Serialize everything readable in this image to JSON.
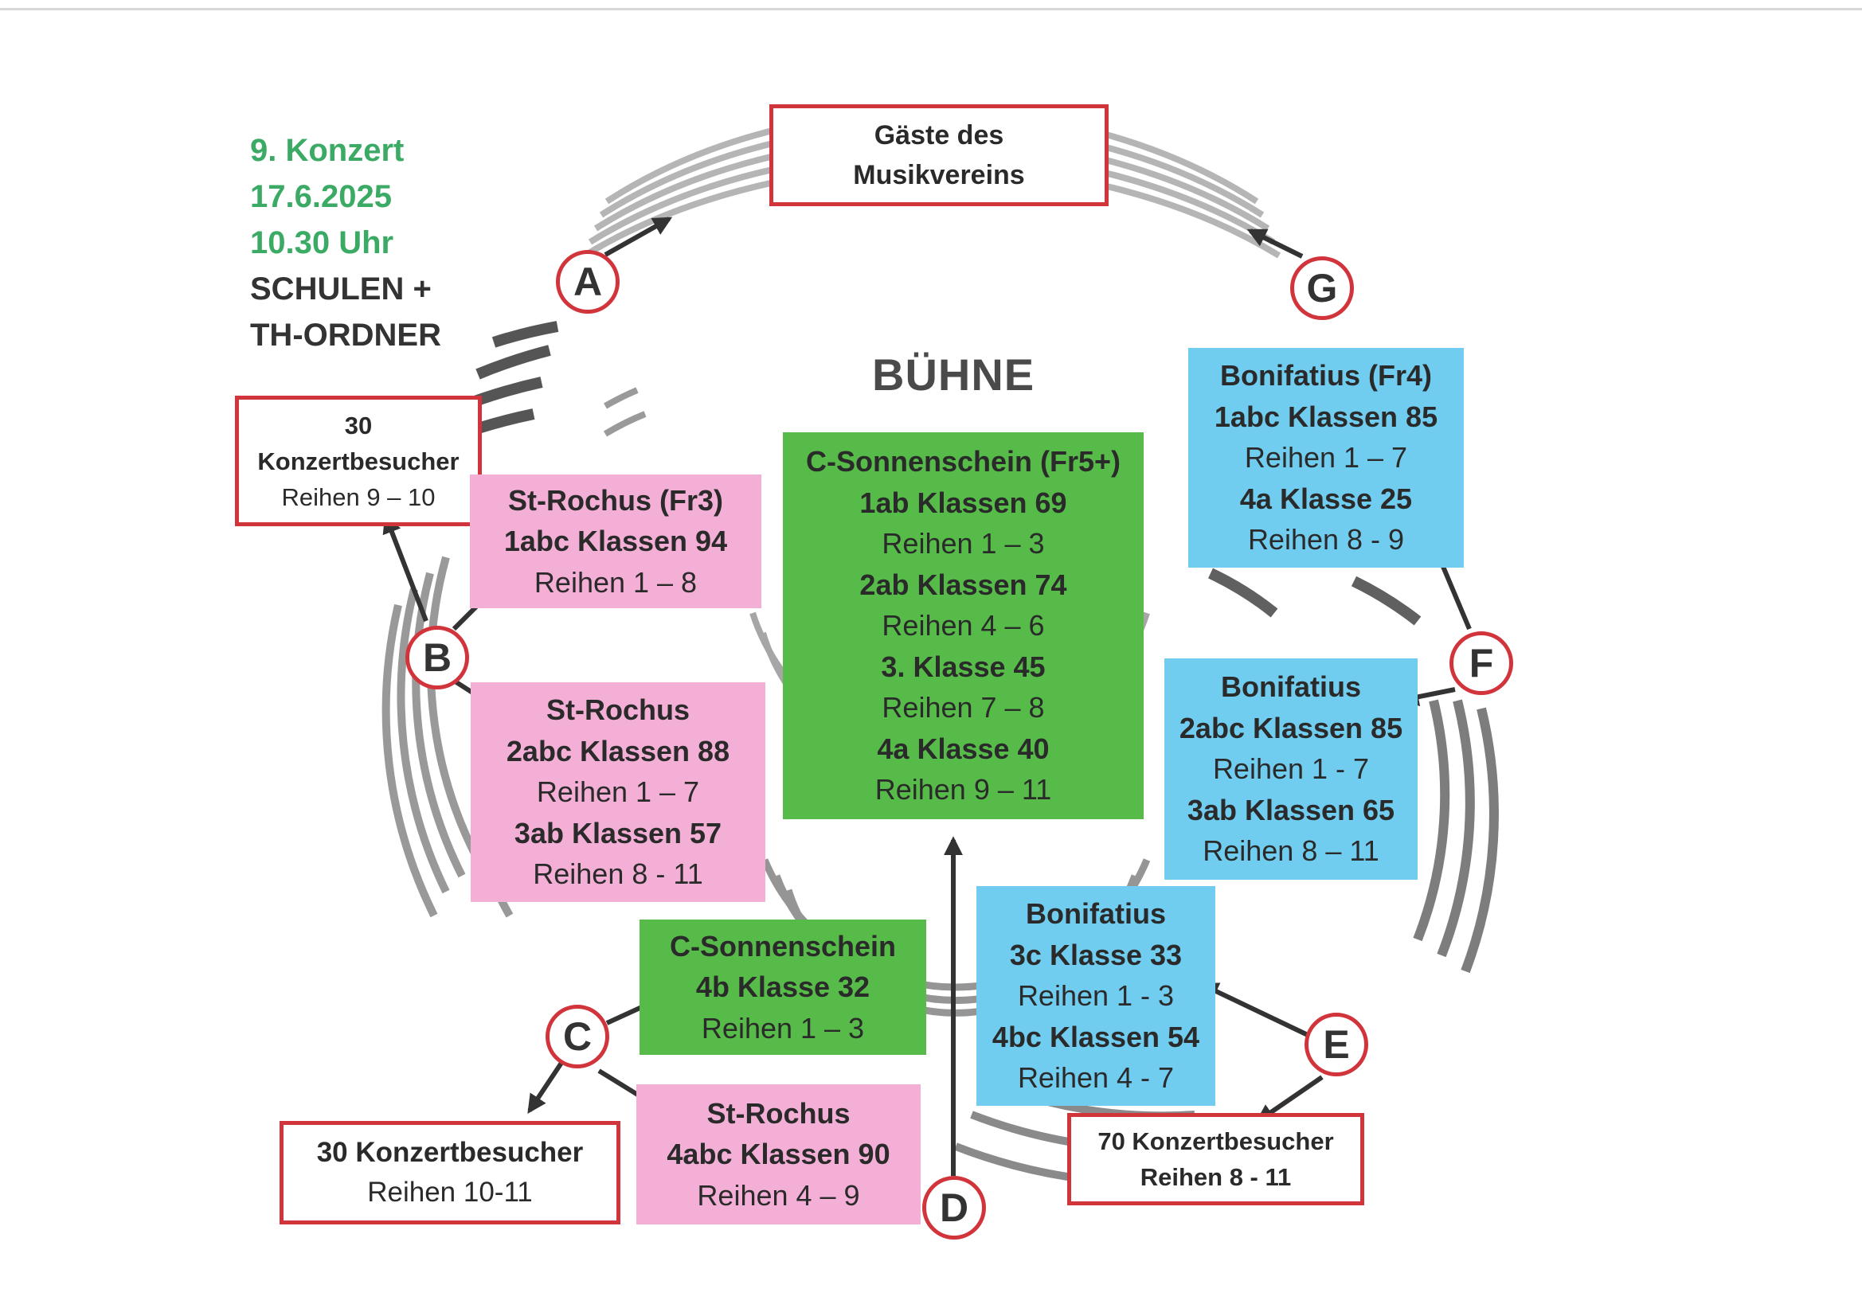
{
  "header": {
    "line1": "9. Konzert",
    "line2": "17.6.2025",
    "line3": "10.30 Uhr",
    "line4": "SCHULEN +",
    "line5": "TH-ORDNER"
  },
  "stage": {
    "label": "BÜHNE"
  },
  "colors": {
    "green_text": "#3aaa64",
    "pink": "#f4afd6",
    "green": "#56bb49",
    "blue": "#70cdf0",
    "red": "#d2343c"
  },
  "gaeste": {
    "line1": "Gäste des",
    "line2": "Musikvereins"
  },
  "konzert_b": {
    "line1": "30",
    "line2": "Konzertbesucher",
    "line3": "Reihen 9 – 10"
  },
  "strochus_1": {
    "line1": "St-Rochus (Fr3)",
    "line2": "1abc Klassen 94",
    "line3": "Reihen 1 – 8"
  },
  "strochus_2": {
    "line1": "St-Rochus",
    "line2": "2abc Klassen 88",
    "line3": "Reihen 1 – 7",
    "line4": "3ab Klassen 57",
    "line5": "Reihen 8 - 11"
  },
  "csonnenschein_main": {
    "line1": "C-Sonnenschein (Fr5+)",
    "line2": "1ab Klassen 69",
    "line3": "Reihen 1 – 3",
    "line4": "2ab Klassen 74",
    "line5": "Reihen 4 – 6",
    "line6": "3. Klasse 45",
    "line7": "Reihen 7 – 8",
    "line8": "4a Klasse 40",
    "line9": "Reihen 9 – 11"
  },
  "bonifatius_1": {
    "line1": "Bonifatius (Fr4)",
    "line2": "1abc Klassen 85",
    "line3": "Reihen 1 – 7",
    "line4": "4a Klasse 25",
    "line5": "Reihen 8 - 9"
  },
  "bonifatius_2": {
    "line1": "Bonifatius",
    "line2": "2abc Klassen 85",
    "line3": "Reihen 1 - 7",
    "line4": "3ab Klassen 65",
    "line5": "Reihen 8 – 11"
  },
  "bonifatius_3": {
    "line1": "Bonifatius",
    "line2": "3c Klasse 33",
    "line3": "Reihen 1 - 3",
    "line4": "4bc Klassen 54",
    "line5": "Reihen 4 - 7"
  },
  "csonnenschein_small": {
    "line1": "C-Sonnenschein",
    "line2": "4b Klasse 32",
    "line3": "Reihen 1 – 3"
  },
  "strochus_3": {
    "line1": "St-Rochus",
    "line2": "4abc Klassen 90",
    "line3": "Reihen 4 – 9"
  },
  "konzert_c": {
    "line1": "30 Konzertbesucher",
    "line2": "Reihen 10-11"
  },
  "konzert_e": {
    "line1": "70 Konzertbesucher",
    "line2": "Reihen 8 - 11"
  },
  "entrances": {
    "a": "A",
    "b": "B",
    "c": "C",
    "d": "D",
    "e": "E",
    "f": "F",
    "g": "G"
  }
}
